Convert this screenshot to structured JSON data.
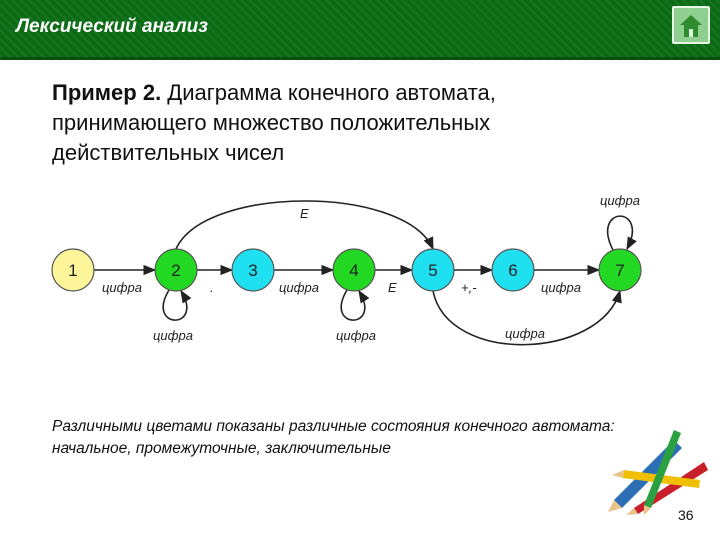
{
  "header": {
    "title": "Лексический анализ"
  },
  "heading": {
    "bold": "Пример 2.",
    "text": " Диаграмма конечного автомата, принимающего множество положительных действительных чисел"
  },
  "states": [
    {
      "id": "1",
      "kind": "start",
      "color": "#fdf59a"
    },
    {
      "id": "2",
      "kind": "final",
      "color": "#22d822"
    },
    {
      "id": "3",
      "kind": "intermediate",
      "color": "#1ee0f0"
    },
    {
      "id": "4",
      "kind": "final",
      "color": "#22d822"
    },
    {
      "id": "5",
      "kind": "intermediate",
      "color": "#1ee0f0"
    },
    {
      "id": "6",
      "kind": "intermediate",
      "color": "#1ee0f0"
    },
    {
      "id": "7",
      "kind": "final",
      "color": "#22d822"
    }
  ],
  "transitions": [
    {
      "from": "1",
      "to": "2",
      "label": "цифра"
    },
    {
      "from": "2",
      "to": "2",
      "label": "цифра"
    },
    {
      "from": "2",
      "to": "3",
      "label": "."
    },
    {
      "from": "3",
      "to": "4",
      "label": "цифра"
    },
    {
      "from": "4",
      "to": "4",
      "label": "цифра"
    },
    {
      "from": "4",
      "to": "5",
      "label": "E"
    },
    {
      "from": "2",
      "to": "5",
      "label": "E"
    },
    {
      "from": "5",
      "to": "6",
      "label": "+,-"
    },
    {
      "from": "6",
      "to": "7",
      "label": "цифра"
    },
    {
      "from": "5",
      "to": "7",
      "label": "цифра"
    },
    {
      "from": "7",
      "to": "7",
      "label": "цифра"
    }
  ],
  "caption": "Различными цветами показаны различные состояния конечного автомата: начальное, промежуточные, заключительные",
  "page_number": "36",
  "icons": {
    "home": "home-icon",
    "pencils": "pencils-icon"
  }
}
